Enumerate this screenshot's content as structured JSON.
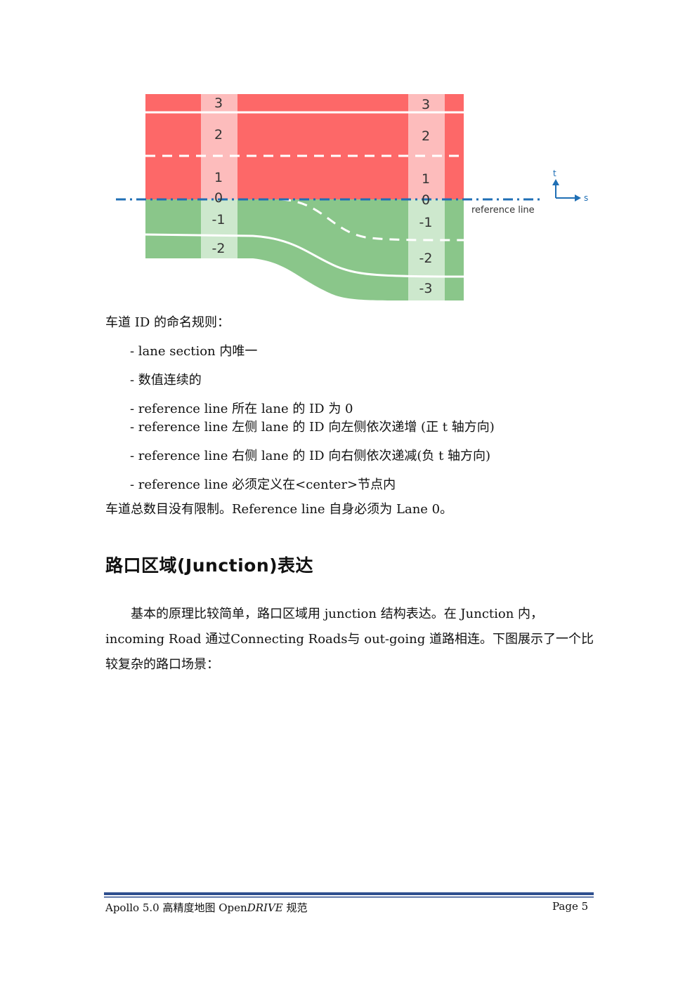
{
  "figure": {
    "top_lane_labels_left": [
      "3",
      "2",
      "1",
      "0"
    ],
    "bottom_lane_labels_left": [
      "-1",
      "-2"
    ],
    "top_lane_labels_right": [
      "3",
      "2",
      "1",
      "0"
    ],
    "bottom_lane_labels_right": [
      "-1",
      "-2",
      "-3"
    ],
    "reference_label": "reference line",
    "axis_t": "t",
    "axis_s": "s",
    "colors": {
      "left_lanes": "#fd6868",
      "right_lanes": "#8ac68a",
      "ref_line": "#1f6fb5",
      "label_band_red": "#fdbcbc",
      "label_band_green": "#cde8cd"
    }
  },
  "rules_title": "车道 ID 的命名规则：",
  "rules": [
    "- lane section 内唯一",
    "- 数值连续的",
    "- reference line 所在 lane 的 ID 为 0",
    "- reference line 左侧 lane 的 ID 向左侧依次递增 (正 t 轴方向)",
    "- reference line 右侧 lane 的 ID 向右侧依次递减(负 t 轴方向)",
    "- reference line 必须定义在<center>节点内"
  ],
  "summary": "车道总数目没有限制。Reference line 自身必须为 Lane 0。",
  "section_heading": "路口区域(Junction)表达",
  "junction_paragraph": "基本的原理比较简单，路口区域用 junction 结构表达。在 Junction 内，incoming Road 通过Connecting Roads与 out-going 道路相连。下图展示了一个比较复杂的路口场景：",
  "footer": {
    "doc_title_prefix": "Apollo 5.0 高精度地图 Open",
    "doc_title_italic": "DRIVE",
    "doc_title_suffix": " 规范",
    "page": "Page 5"
  }
}
